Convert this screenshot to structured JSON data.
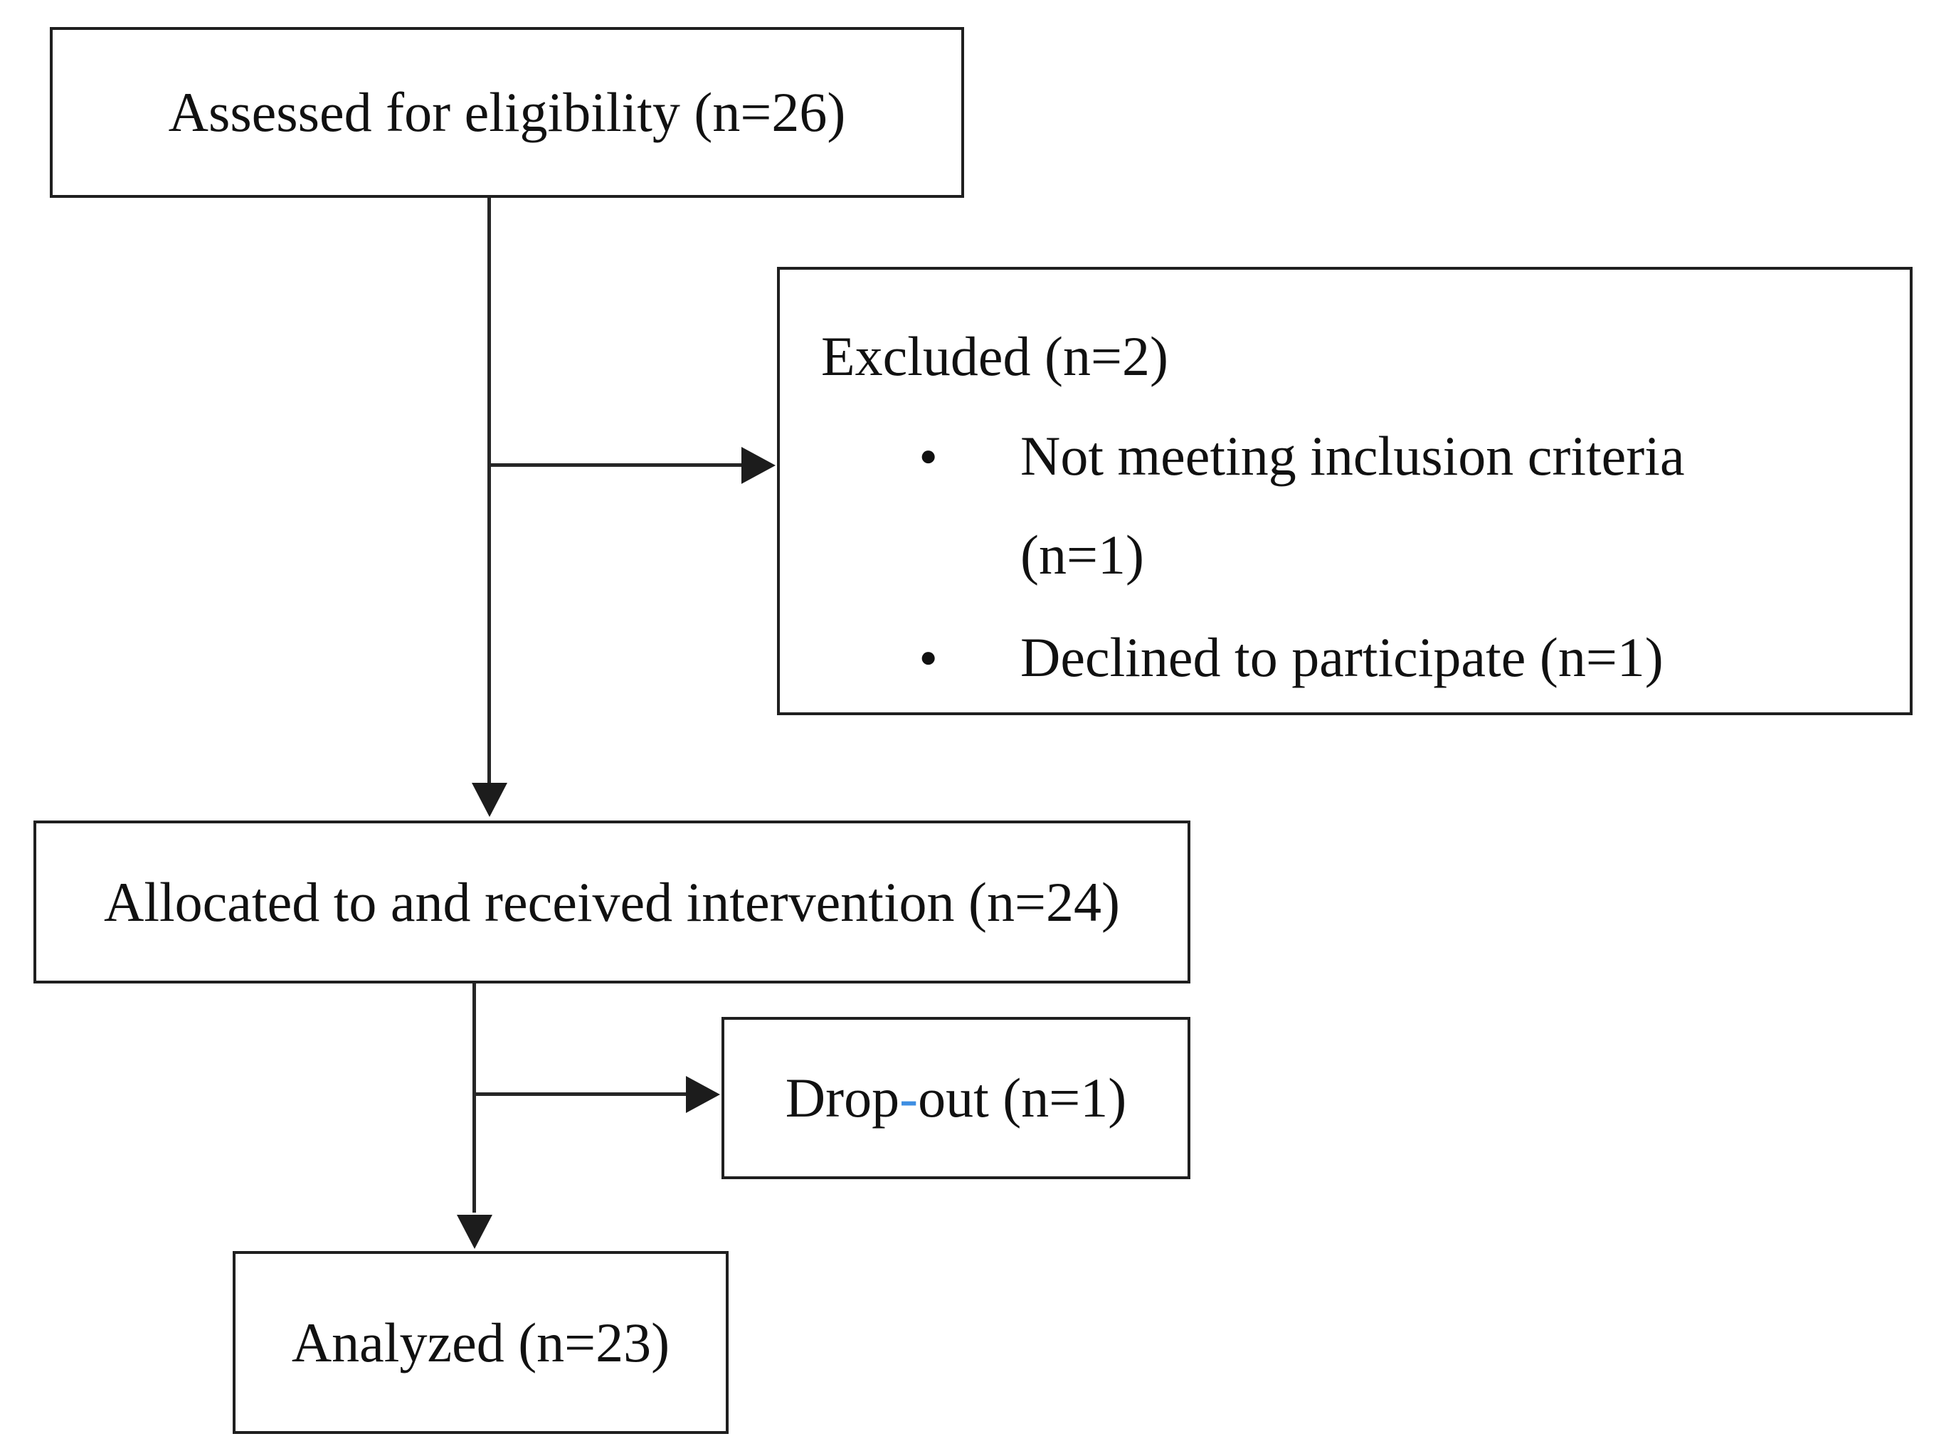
{
  "figure": {
    "type": "flow-diagram",
    "boxes": {
      "assessed": {
        "label": "Assessed for eligibility (n=26)"
      },
      "excluded": {
        "title": "Excluded (n=2)",
        "items": [
          {
            "lines": [
              "Not meeting inclusion criteria",
              "(n=1)"
            ]
          },
          {
            "lines": [
              "Declined to participate (n=1)"
            ]
          }
        ]
      },
      "allocated": {
        "label": "Allocated to and received intervention (n=24)"
      },
      "dropout": {
        "prefix": "Drop",
        "hyphen": "-",
        "suffix": "out (n=1)"
      },
      "analyzed": {
        "label": "Analyzed (n=23)"
      }
    },
    "icons": {
      "bullet": "●",
      "arrowhead_down": "▼",
      "arrowhead_right": "►"
    },
    "colors": {
      "background": "#ffffff",
      "border": "#1f1f1f",
      "text": "#111111",
      "arrow": "#262626",
      "dropout_hyphen": "#3E8EE2"
    }
  }
}
